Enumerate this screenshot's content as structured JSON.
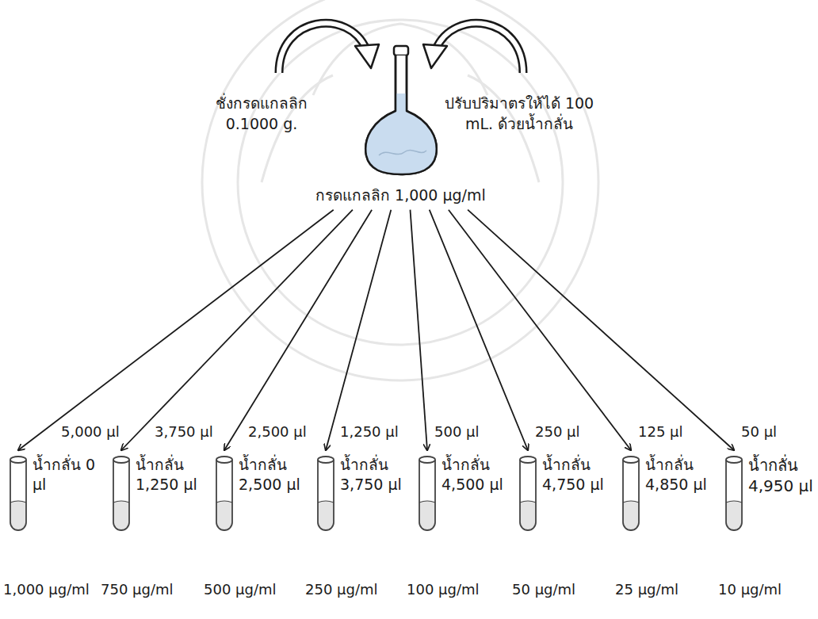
{
  "diagram": {
    "nodes": [
      {
        "text": [
          "กรดแกลลิก 1,000 μg/ml"
        ]
      },
      {
        "text": [
          "น้ำกลั่น 0 μl",
          "1,000 μg/ml"
        ]
      },
      {
        "text": [
          "น้ำกลั่น 1,250 μl",
          "750 μg/ml"
        ]
      },
      {
        "text": [
          "น้ำกลั่น 2,500 μl",
          "500 μg/ml"
        ]
      },
      {
        "text": [
          "น้ำกลั่น 3,750 μl",
          "250 μg/ml"
        ]
      },
      {
        "text": [
          "น้ำกลั่น 4,500 μl",
          "100 μg/ml"
        ]
      },
      {
        "text": [
          "น้ำกลั่น 4,750 μl",
          "50 μg/ml"
        ]
      },
      {
        "text": [
          "น้ำกลั่น 4,850 μl",
          "25 μg/ml"
        ]
      },
      {
        "text": [
          "น้ำกลั่น 4,950 μl",
          "10 μg/ml"
        ]
      }
    ],
    "edges": [
      {
        "from": 0,
        "to": 1,
        "arrow": "to",
        "label": "5,000 μl"
      },
      {
        "from": 0,
        "to": 2,
        "arrow": "to",
        "label": "3,750 μl"
      },
      {
        "from": 0,
        "to": 3,
        "arrow": "to",
        "label": "2,500 μl"
      },
      {
        "from": 0,
        "to": 4,
        "arrow": "to",
        "label": "1,250 μl"
      },
      {
        "from": 0,
        "to": 5,
        "arrow": "to",
        "label": "500 μl"
      },
      {
        "from": 0,
        "to": 6,
        "arrow": "to",
        "label": "250 μl"
      },
      {
        "from": 0,
        "to": 7,
        "arrow": "to",
        "label": "125 μl"
      },
      {
        "from": 0,
        "to": 8,
        "arrow": "to",
        "label": "50 μl"
      }
    ],
    "labels": [
      "ชั่งกรดแกลลิก 0.1000 g.",
      "ปรับปริมาตรให้ได้ 100 mL. ด้วยน้ำกลั่น"
    ]
  }
}
